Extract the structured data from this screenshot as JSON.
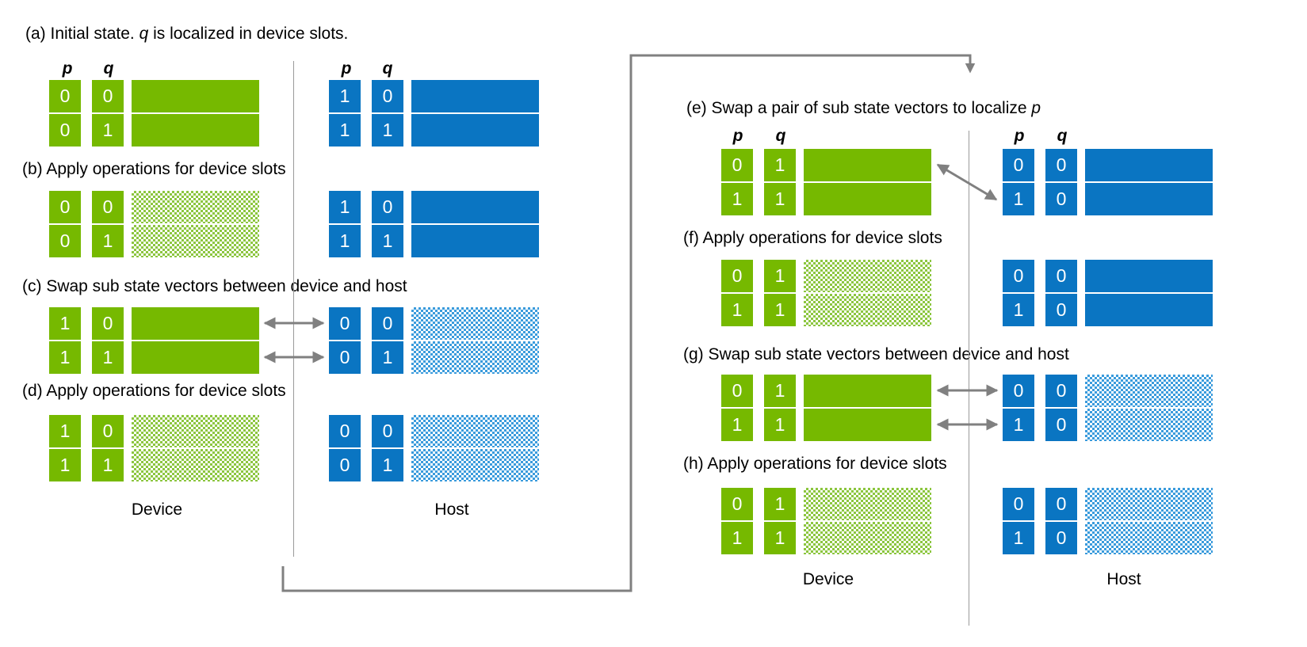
{
  "figure": {
    "colors": {
      "device_green": "#76b900",
      "host_blue": "#0a75c2",
      "green_hatch": "#8cc63f",
      "blue_hatch": "#3a9bdc",
      "arrow_gray": "#808080",
      "divider_gray": "#9a9a9a"
    },
    "column_headers": {
      "p": "p",
      "q": "q"
    },
    "zone_labels": {
      "device_left": "Device",
      "host_left": "Host",
      "device_right": "Device",
      "host_right": "Host"
    },
    "captions": {
      "a": {
        "prefix": "(a) Initial state. ",
        "italic": "q",
        "suffix": " is localized in device slots."
      },
      "b": {
        "text": "(b) Apply operations for device slots"
      },
      "c": {
        "text": "(c) Swap sub state vectors between device and host"
      },
      "d": {
        "text": "(d) Apply operations for device slots"
      },
      "e": {
        "prefix": "(e) Swap a pair of sub state vectors to localize ",
        "italic": "p",
        "suffix": ""
      },
      "f": {
        "text": "(f) Apply operations for device slots"
      },
      "g": {
        "text": "(g) Swap sub state vectors between device and host"
      },
      "h": {
        "text": "(h) Apply operations for device slots"
      }
    },
    "stages": [
      {
        "id": "a",
        "device": {
          "show_headers": true,
          "bar_style": "solid",
          "rows": [
            {
              "p": "0",
              "q": "0"
            },
            {
              "p": "0",
              "q": "1"
            }
          ]
        },
        "host": {
          "show_headers": true,
          "bar_style": "solid",
          "rows": [
            {
              "p": "1",
              "q": "0"
            },
            {
              "p": "1",
              "q": "1"
            }
          ]
        },
        "arrows": []
      },
      {
        "id": "b",
        "device": {
          "show_headers": false,
          "bar_style": "hatch",
          "rows": [
            {
              "p": "0",
              "q": "0"
            },
            {
              "p": "0",
              "q": "1"
            }
          ]
        },
        "host": {
          "show_headers": false,
          "bar_style": "solid",
          "rows": [
            {
              "p": "1",
              "q": "0"
            },
            {
              "p": "1",
              "q": "1"
            }
          ]
        },
        "arrows": []
      },
      {
        "id": "c",
        "device": {
          "show_headers": false,
          "bar_style": "solid",
          "rows": [
            {
              "p": "1",
              "q": "0"
            },
            {
              "p": "1",
              "q": "1"
            }
          ]
        },
        "host": {
          "show_headers": false,
          "bar_style": "hatch",
          "rows": [
            {
              "p": "0",
              "q": "0"
            },
            {
              "p": "0",
              "q": "1"
            }
          ]
        },
        "arrows": [
          "row0-double",
          "row1-double"
        ]
      },
      {
        "id": "d",
        "device": {
          "show_headers": false,
          "bar_style": "hatch",
          "rows": [
            {
              "p": "1",
              "q": "0"
            },
            {
              "p": "1",
              "q": "1"
            }
          ]
        },
        "host": {
          "show_headers": false,
          "bar_style": "hatch",
          "rows": [
            {
              "p": "0",
              "q": "0"
            },
            {
              "p": "0",
              "q": "1"
            }
          ]
        },
        "arrows": []
      },
      {
        "id": "e",
        "device": {
          "show_headers": true,
          "bar_style": "solid",
          "rows": [
            {
              "p": "0",
              "q": "1"
            },
            {
              "p": "1",
              "q": "1"
            }
          ]
        },
        "host": {
          "show_headers": true,
          "bar_style": "solid",
          "rows": [
            {
              "p": "0",
              "q": "0"
            },
            {
              "p": "1",
              "q": "0"
            }
          ]
        },
        "arrows": [
          "diagonal-double"
        ]
      },
      {
        "id": "f",
        "device": {
          "show_headers": false,
          "bar_style": "hatch",
          "rows": [
            {
              "p": "0",
              "q": "1"
            },
            {
              "p": "1",
              "q": "1"
            }
          ]
        },
        "host": {
          "show_headers": false,
          "bar_style": "solid",
          "rows": [
            {
              "p": "0",
              "q": "0"
            },
            {
              "p": "1",
              "q": "0"
            }
          ]
        },
        "arrows": []
      },
      {
        "id": "g",
        "device": {
          "show_headers": false,
          "bar_style": "solid",
          "rows": [
            {
              "p": "0",
              "q": "1"
            },
            {
              "p": "1",
              "q": "1"
            }
          ]
        },
        "host": {
          "show_headers": false,
          "bar_style": "hatch",
          "rows": [
            {
              "p": "0",
              "q": "0"
            },
            {
              "p": "1",
              "q": "0"
            }
          ]
        },
        "arrows": [
          "row0-double",
          "row1-double"
        ]
      },
      {
        "id": "h",
        "device": {
          "show_headers": false,
          "bar_style": "hatch",
          "rows": [
            {
              "p": "0",
              "q": "1"
            },
            {
              "p": "1",
              "q": "1"
            }
          ]
        },
        "host": {
          "show_headers": false,
          "bar_style": "hatch",
          "rows": [
            {
              "p": "0",
              "q": "0"
            },
            {
              "p": "1",
              "q": "0"
            }
          ]
        },
        "arrows": []
      }
    ],
    "loop_arrow": {
      "name": "repeat-loop-arrow",
      "description": "feedback loop from end of left column (d) back to top of right column (e)"
    }
  }
}
